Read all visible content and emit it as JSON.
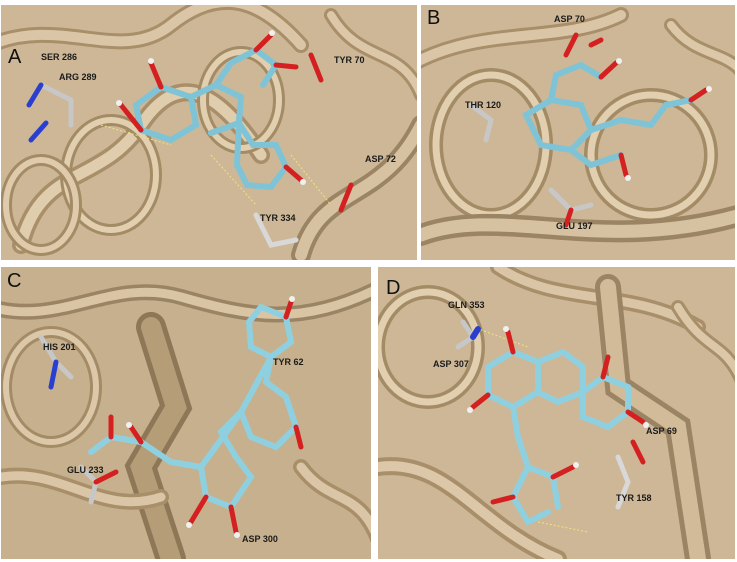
{
  "panels": [
    {
      "letter": "A",
      "residues": [
        "SER 286",
        "ARG 289",
        "TYR 70",
        "ASP 72",
        "TYR 334"
      ]
    },
    {
      "letter": "B",
      "residues": [
        "ASP 70",
        "THR 120",
        "GLU 197"
      ]
    },
    {
      "letter": "C",
      "residues": [
        "HIS 201",
        "TYR 62",
        "GLU 233",
        "ASP 300"
      ]
    },
    {
      "letter": "D",
      "residues": [
        "GLN 353",
        "ASP 307",
        "ASP 69",
        "TYR 158"
      ]
    }
  ],
  "colors": {
    "ribbon": "#c9b393",
    "ribbon_dark": "#9a8463",
    "ligand_carbon": "#8fd0e0",
    "oxygen": "#d42020",
    "nitrogen": "#2a3fd0",
    "hydrogen": "#f0f0f0",
    "hbond": "#e8e070"
  }
}
